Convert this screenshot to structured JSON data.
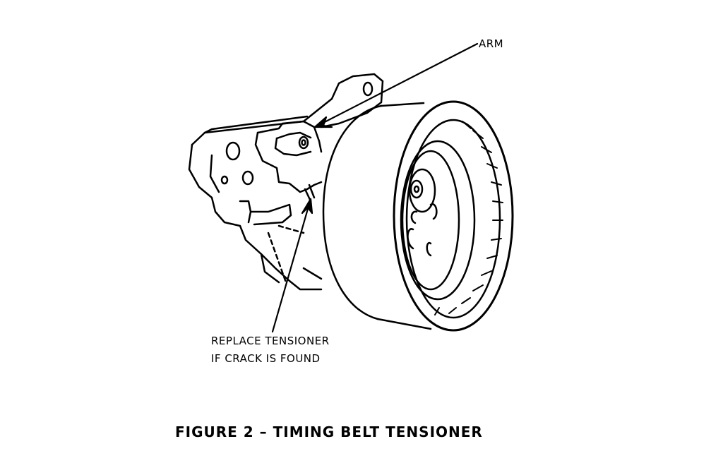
{
  "labels": {
    "arm": "ARM",
    "replace_line1": "REPLACE TENSIONER",
    "replace_line2": "IF CRACK IS FOUND"
  },
  "caption": "FIGURE 2 – TIMING BELT TENSIONER",
  "colors": {
    "ink": "#000000",
    "paper": "#ffffff"
  }
}
